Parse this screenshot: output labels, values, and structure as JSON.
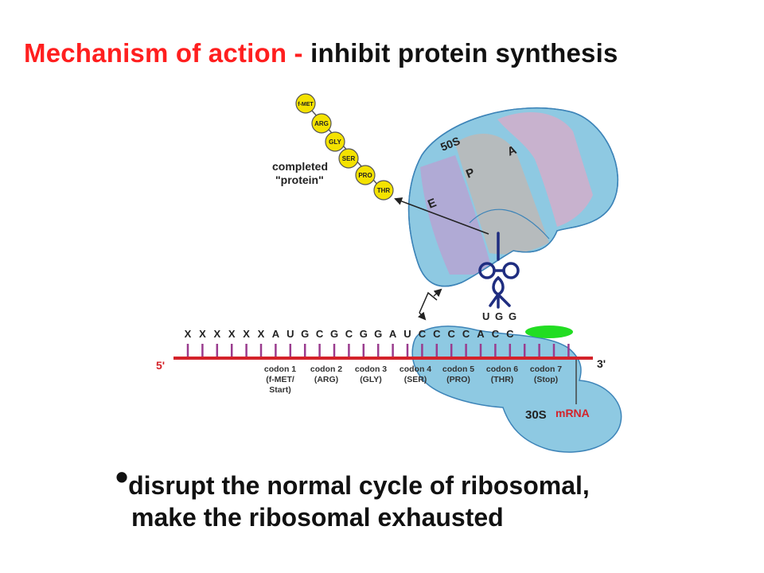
{
  "title": {
    "red_part": "Mechanism of action - ",
    "dark_part": "inhibit protein synthesis"
  },
  "diagram": {
    "protein_chain": [
      "f-MET",
      "ARG",
      "GLY",
      "SER",
      "PRO",
      "THR"
    ],
    "completed_label": [
      "completed",
      "\"protein\""
    ],
    "large_subunit": "50S",
    "small_subunit": "30S",
    "site_labels": [
      "E",
      "P",
      "A"
    ],
    "anticodon": [
      "U",
      "G",
      "G"
    ],
    "mrna_sequence": [
      "X",
      "X",
      "X",
      "X",
      "X",
      "X",
      "A",
      "U",
      "G",
      "C",
      "G",
      "C",
      "G",
      "G",
      "A",
      "U",
      "C",
      "C",
      "C",
      "C",
      "A",
      "C",
      "C"
    ],
    "five_prime": "5'",
    "three_prime": "3'",
    "mrna_label": "mRNA",
    "codons": [
      [
        "codon 1",
        "(f-MET/",
        "Start)"
      ],
      [
        "codon 2",
        "(ARG)"
      ],
      [
        "codon 3",
        "(GLY)"
      ],
      [
        "codon 4",
        "(SER)"
      ],
      [
        "codon 5",
        "(PRO)"
      ],
      [
        "codon 6",
        "(THR)"
      ],
      [
        "codon 7",
        "(Stop)"
      ]
    ],
    "colors": {
      "ribosome": "#8ec9e2",
      "outline": "#3d84b8",
      "site_purple": "#b4a6d4",
      "site_grey": "#bababa",
      "site_pink": "#cdb0cc",
      "bead": "#f4e200",
      "mrna": "#d4232a",
      "bases": "#9a3c8e",
      "trna": "#1f2d80",
      "drug": "#22dd22"
    }
  },
  "bullet": {
    "symbol": "•",
    "line1": "disrupt the normal cycle of ribosomal,",
    "line2": "make the ribosomal  exhausted"
  }
}
